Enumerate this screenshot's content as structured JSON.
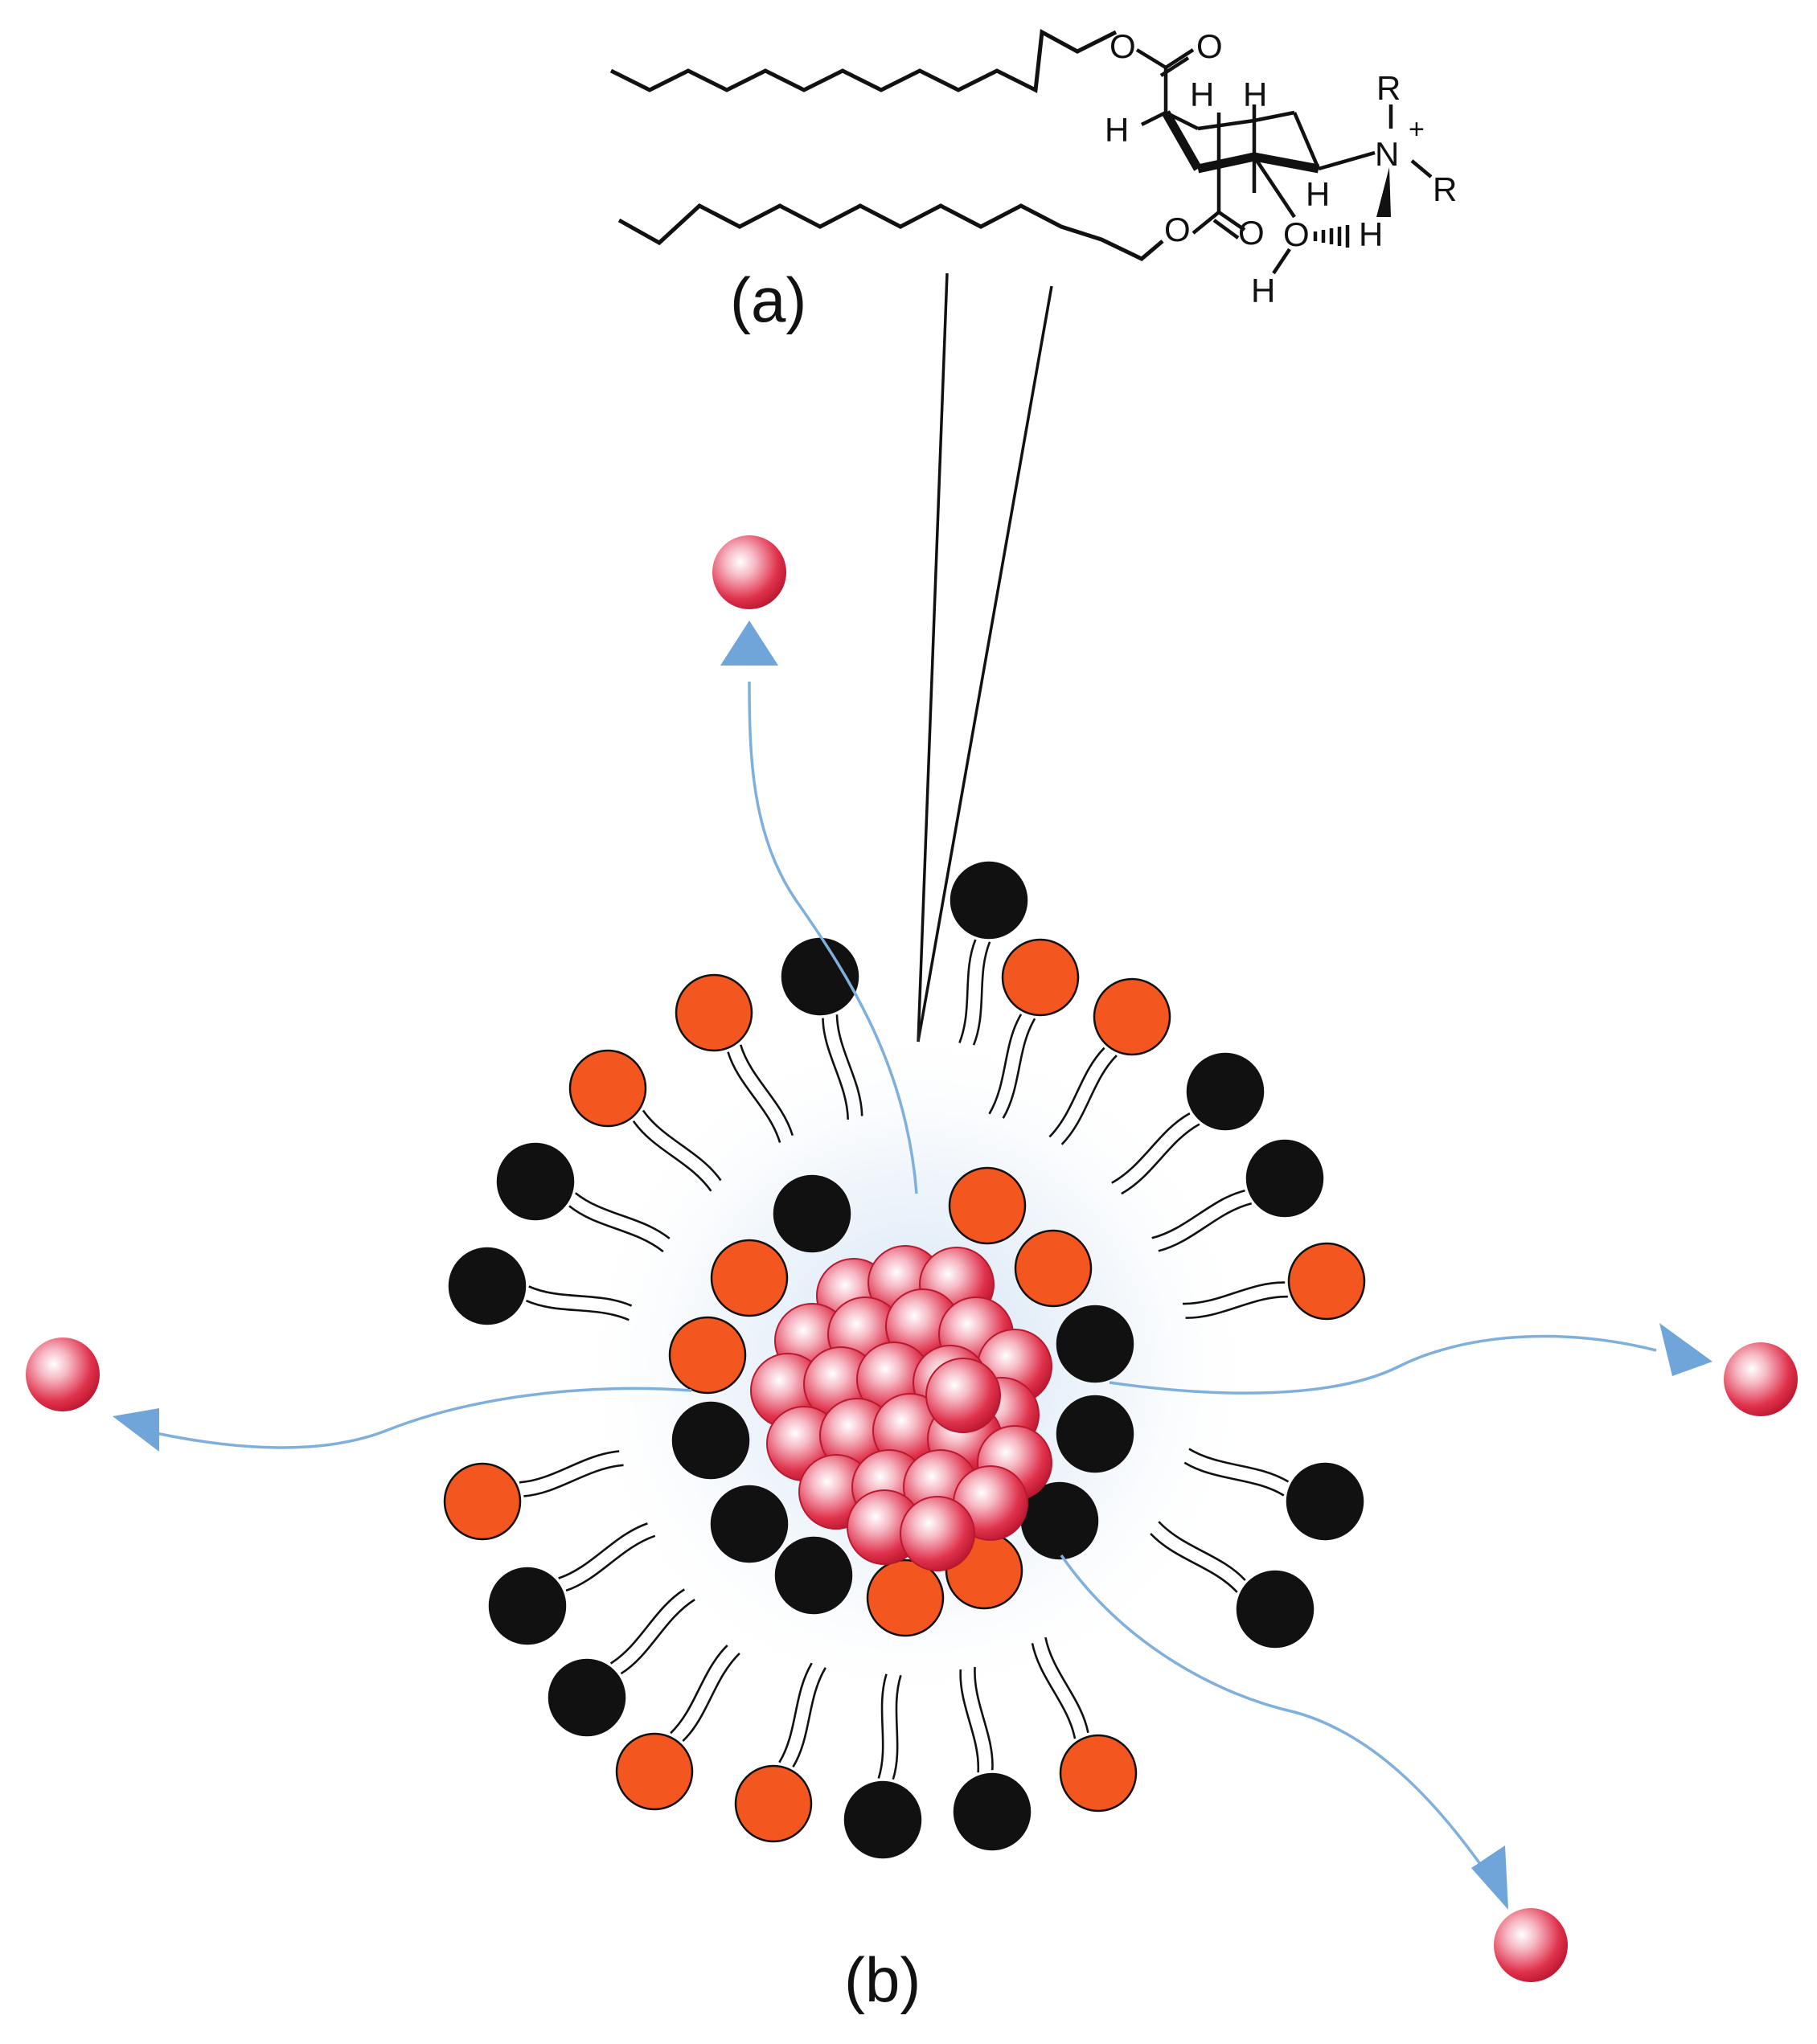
{
  "labels": {
    "a": "(a)",
    "b": "(b)"
  },
  "atoms": {
    "oxygen": "O",
    "hydrogen": "H",
    "nitrogen": "N",
    "substituent": "R",
    "charge": "+"
  },
  "colors": {
    "orange_head": "#f4561f",
    "black_head": "#111111",
    "cargo": "#e02a45",
    "flow_arrow": "#7fb0dd",
    "halo": "#d6e6f5"
  }
}
